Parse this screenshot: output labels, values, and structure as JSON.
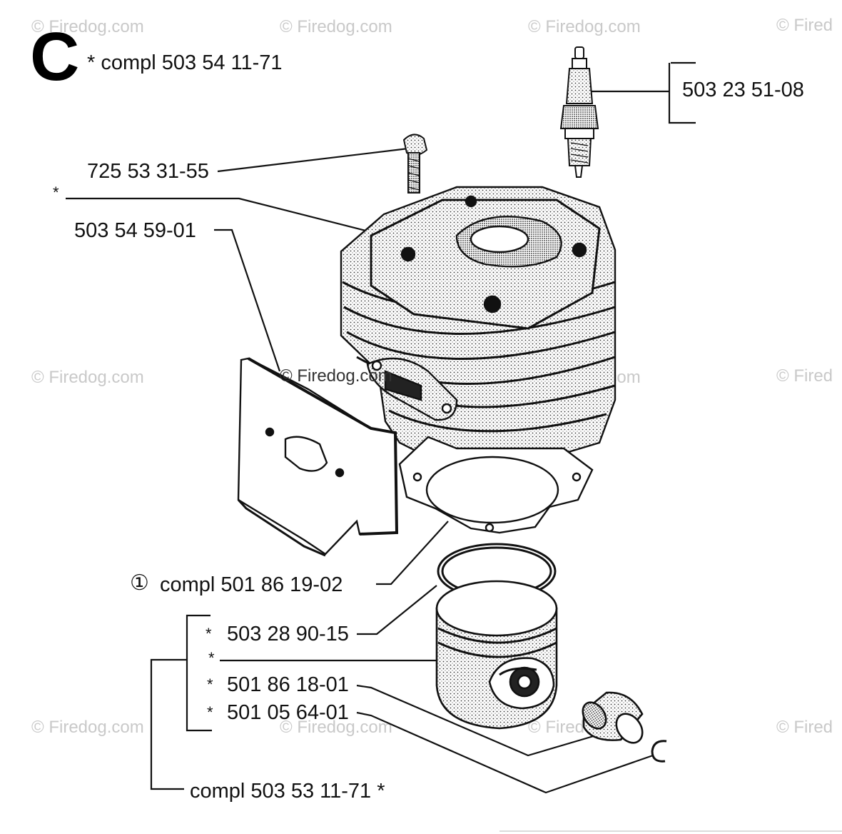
{
  "section_letter": "C",
  "header_label": "*  compl 503 54 11-71",
  "watermark_text": "© Firedog.com",
  "watermark_short": "© Fired",
  "parts": {
    "spark_plug": "503 23 51-08",
    "bolt": "725 53 31-55",
    "star_a": "*",
    "gasket": "503 54 59-01",
    "cylinder_kit": "compl 501 86 19-02",
    "cylinder_kit_marker": "①",
    "ring": "503 28 90-15",
    "ring_star": "*",
    "piston_star": "*",
    "pin": "501 86 18-01",
    "pin_star": "*",
    "circlip": "501 05 64-01",
    "circlip_star": "*",
    "piston_kit": "compl 503 53 11-71  *"
  },
  "colors": {
    "ink": "#111111",
    "watermark": "#c9c9c9"
  }
}
